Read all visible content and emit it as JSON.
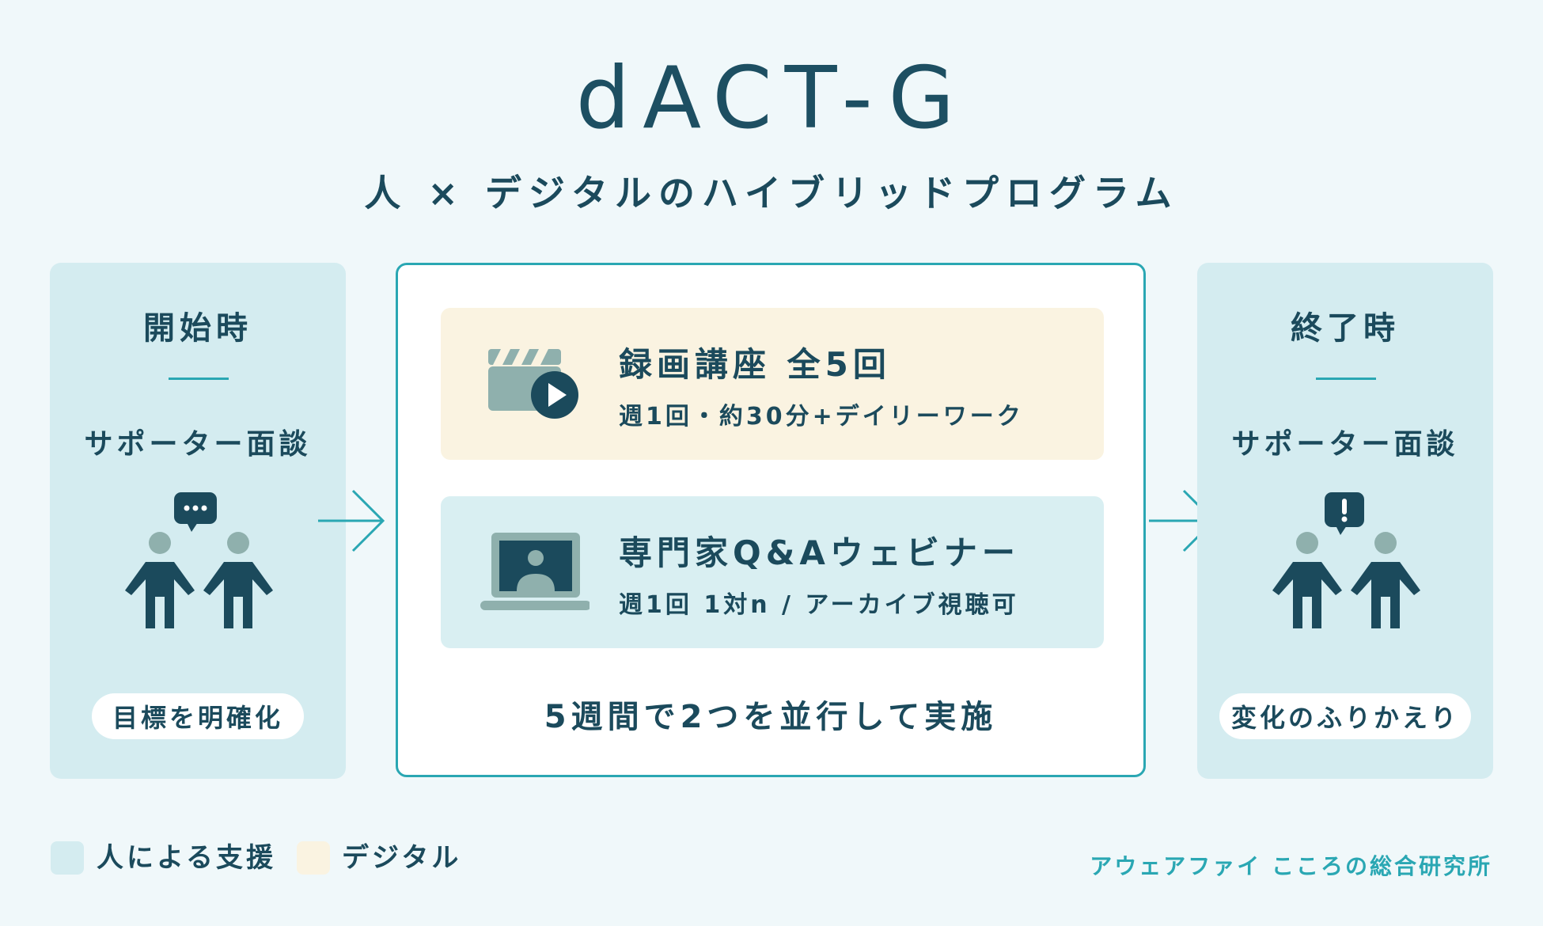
{
  "header": {
    "title": "dACT-G",
    "subtitle": "人 × デジタルのハイブリッドプログラム"
  },
  "start_panel": {
    "heading": "開始時",
    "subheading": "サポーター面談",
    "pill": "目標を明確化",
    "icon": "two-people-chat-icon"
  },
  "program": {
    "cards": [
      {
        "title": "録画講座 全5回",
        "detail": "週1回・約30分+デイリーワーク",
        "icon": "video-clapperboard-play-icon",
        "category": "digital"
      },
      {
        "title": "専門家Q&Aウェビナー",
        "detail": "週1回 1対n / アーカイブ視聴可",
        "icon": "laptop-webinar-icon",
        "category": "human"
      }
    ],
    "caption": "5週間で2つを並行して実施"
  },
  "end_panel": {
    "heading": "終了時",
    "subheading": "サポーター面談",
    "pill": "変化のふりかえり",
    "icon": "two-people-alert-icon"
  },
  "legend": [
    {
      "label": "人による支援",
      "color": "#d4ecf0"
    },
    {
      "label": "デジタル",
      "color": "#faf3e1"
    }
  ],
  "credit": "アウェアファイ こころの総合研究所",
  "colors": {
    "accent": "#2aa7b3",
    "dark": "#1b4a5c",
    "icon_light": "#8fb0ad"
  }
}
